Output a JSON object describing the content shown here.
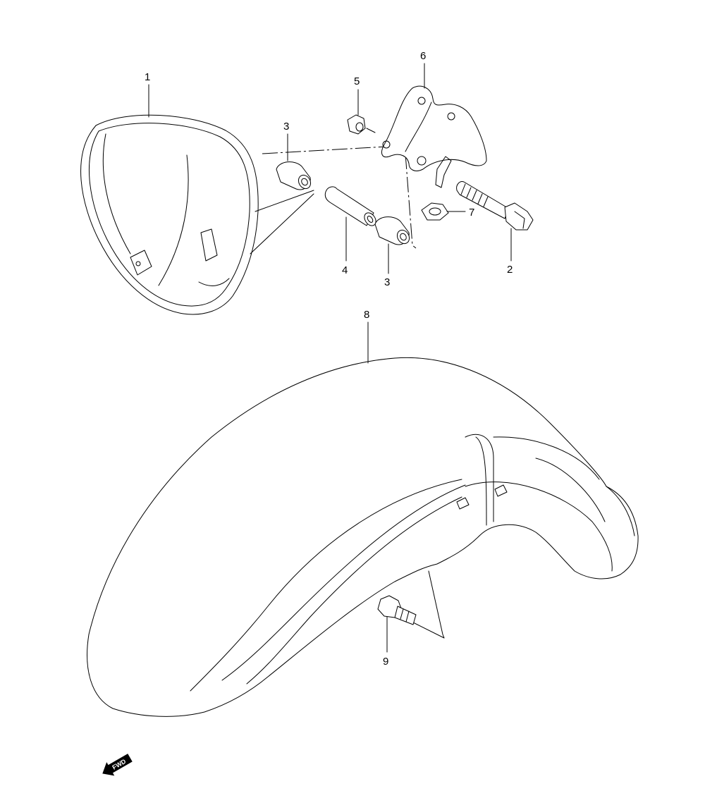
{
  "parts": [
    {
      "id": "part-1",
      "number": "1"
    },
    {
      "id": "part-2",
      "number": "2"
    },
    {
      "id": "part-3a",
      "number": "3"
    },
    {
      "id": "part-3b",
      "number": "3"
    },
    {
      "id": "part-4",
      "number": "4"
    },
    {
      "id": "part-5",
      "number": "5"
    },
    {
      "id": "part-6",
      "number": "6"
    },
    {
      "id": "part-7",
      "number": "7"
    },
    {
      "id": "part-8",
      "number": "8"
    },
    {
      "id": "part-9",
      "number": "9"
    }
  ],
  "fwd_badge": {
    "text": "FWD",
    "icon": "forward-arrow-icon"
  },
  "colors": {
    "line": "#000000",
    "background": "#ffffff"
  }
}
